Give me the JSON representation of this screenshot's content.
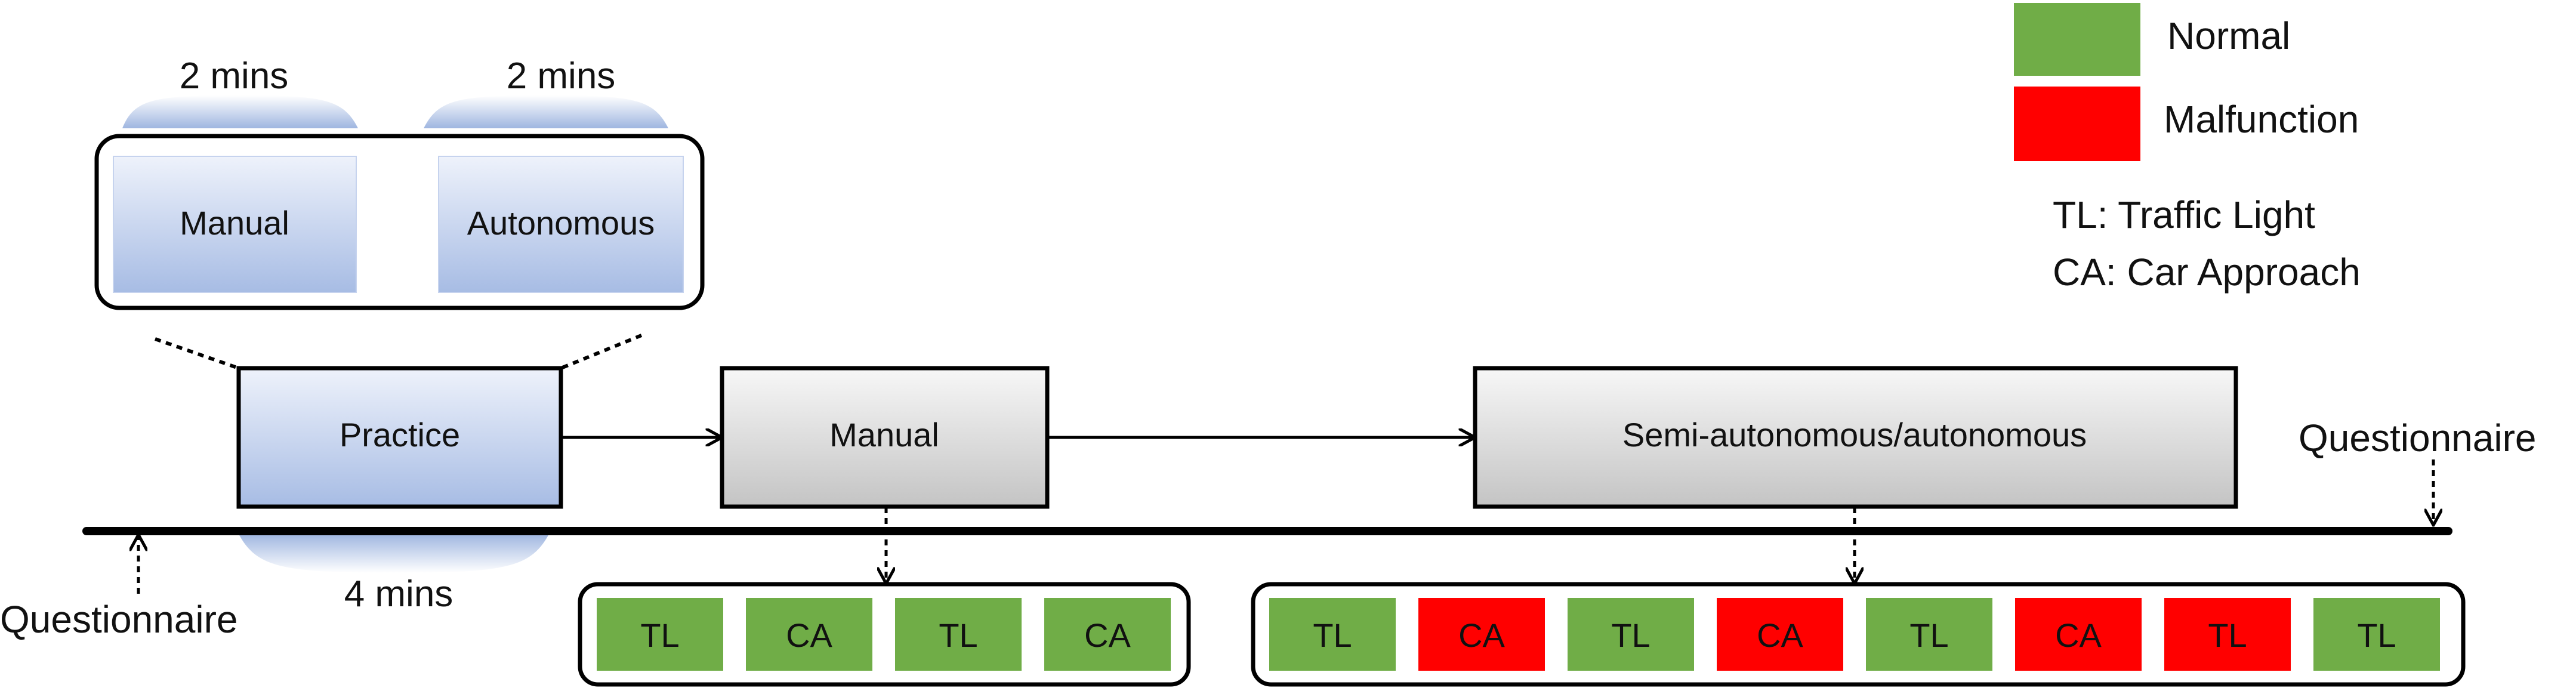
{
  "durations": {
    "practice_manual": "2 mins",
    "practice_autonomous": "2 mins",
    "practice_total": "4 mins"
  },
  "practice": {
    "sub_blocks": [
      "Manual",
      "Autonomous"
    ],
    "label": "Practice"
  },
  "stages": {
    "manual": "Manual",
    "semi_autonomous": "Semi-autonomous/autonomous"
  },
  "questionnaire": {
    "start": "Questionnaire",
    "end": "Questionnaire"
  },
  "legend": {
    "normal": "Normal",
    "malfunction": "Malfunction",
    "abbr_tl": "TL: Traffic Light",
    "abbr_ca": "CA: Car Approach"
  },
  "colors": {
    "normal": "#70ad47",
    "malfunction": "#ff0000",
    "box_blue_light": "#e8eef9",
    "box_blue_dark": "#a9bde3",
    "box_gray_light": "#f4f4f4",
    "box_gray_dark": "#c8c8c8"
  },
  "manual_events": [
    {
      "label": "TL",
      "status": "normal"
    },
    {
      "label": "CA",
      "status": "normal"
    },
    {
      "label": "TL",
      "status": "normal"
    },
    {
      "label": "CA",
      "status": "normal"
    }
  ],
  "auto_events": [
    {
      "label": "TL",
      "status": "normal"
    },
    {
      "label": "CA",
      "status": "malfunction"
    },
    {
      "label": "TL",
      "status": "normal"
    },
    {
      "label": "CA",
      "status": "malfunction"
    },
    {
      "label": "TL",
      "status": "normal"
    },
    {
      "label": "CA",
      "status": "malfunction"
    },
    {
      "label": "TL",
      "status": "malfunction"
    },
    {
      "label": "TL",
      "status": "normal"
    }
  ]
}
